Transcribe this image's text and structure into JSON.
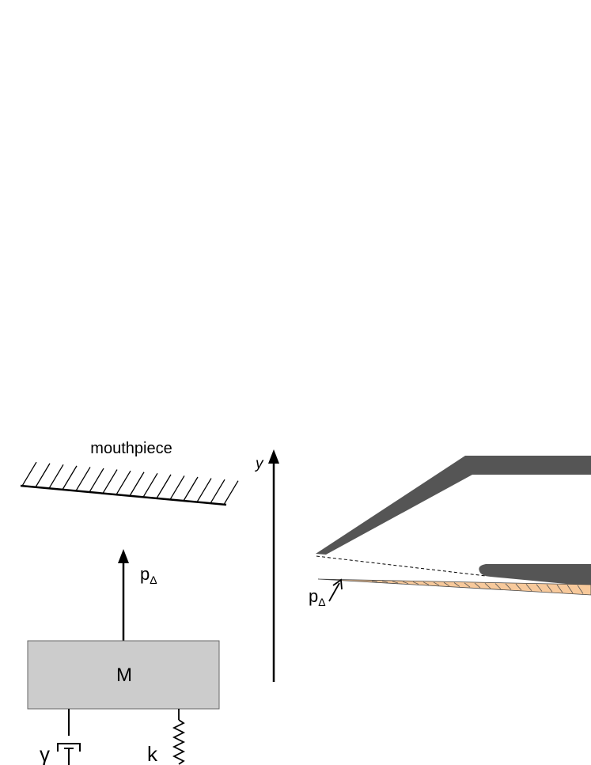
{
  "labels": {
    "mouthpiece": "mouthpiece",
    "pressure": "p",
    "pressure_subscript": "Δ",
    "mass": "M",
    "damping": "γ",
    "stiffness": "k",
    "y_axis": "y"
  },
  "colors": {
    "mass_fill": "#cccccc",
    "mouthpiece_profile": "#555555",
    "reed_fill": "#f7c99b",
    "ink": "#000000"
  }
}
